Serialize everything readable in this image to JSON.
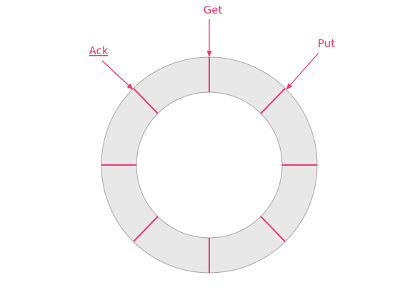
{
  "diagram": {
    "type": "ring-buffer",
    "slot_count": 8,
    "pointers": [
      {
        "id": "get",
        "label": "Get",
        "underlined": false
      },
      {
        "id": "put",
        "label": "Put",
        "underlined": false
      },
      {
        "id": "ack",
        "label": "Ack",
        "underlined": true
      }
    ]
  },
  "colors": {
    "ring_fill": "#e8e8e8",
    "ring_stroke": "#a6a6a6",
    "accent": "#f0386b",
    "background": "#ffffff"
  }
}
